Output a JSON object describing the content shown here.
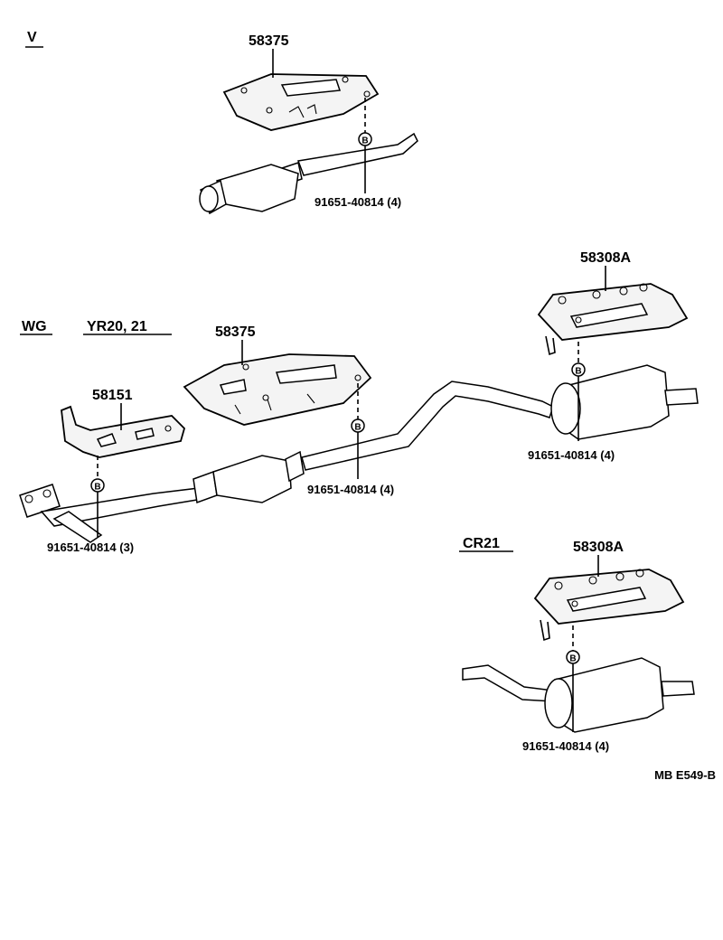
{
  "section_labels": {
    "v": "V",
    "wg": "WG",
    "yr": "YR20, 21",
    "cr21": "CR21"
  },
  "parts": {
    "p58375_top": "58375",
    "p58375_mid": "58375",
    "p58151": "58151",
    "p58308a_right": "58308A",
    "p58308a_bottom": "58308A"
  },
  "bolts": {
    "b_top": "91651-40814 (4)",
    "b_mid": "91651-40814 (4)",
    "b_left": "91651-40814 (3)",
    "b_right": "91651-40814 (4)",
    "b_bottom": "91651-40814 (4)"
  },
  "bolt_marker": "B",
  "ref_code": "MB E549-B"
}
